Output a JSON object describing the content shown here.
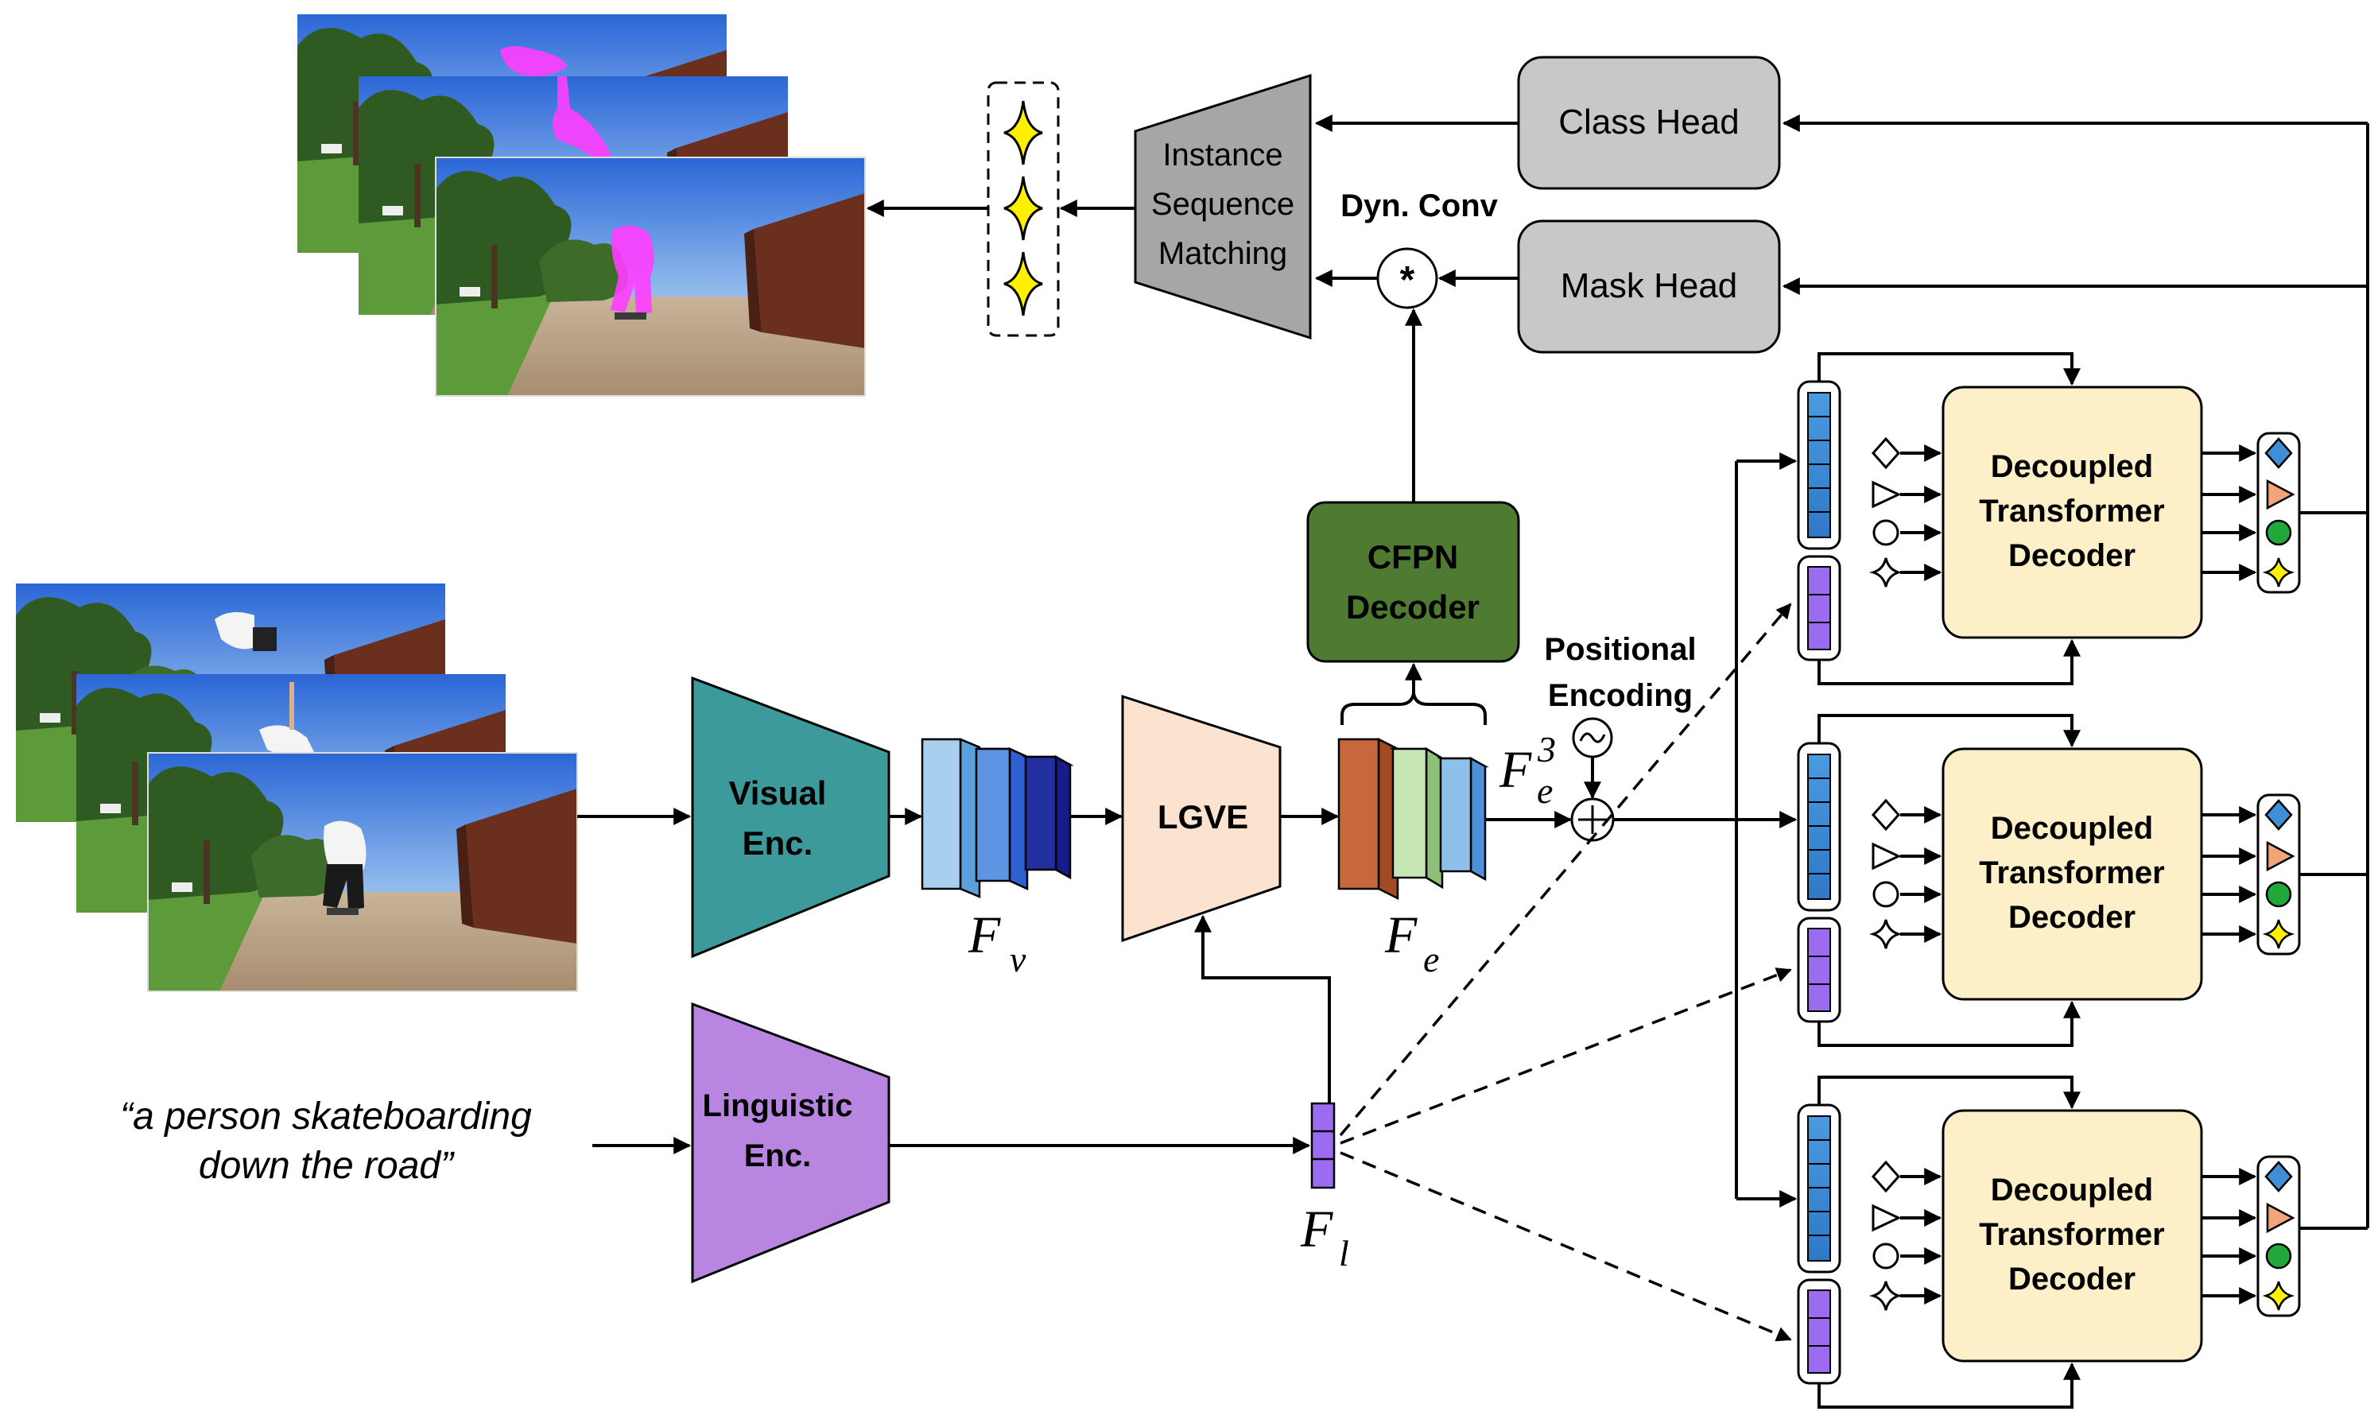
{
  "nodes": {
    "class_head": "Class Head",
    "mask_head": "Mask Head",
    "instance_matching": [
      "Instance",
      "Sequence",
      "Matching"
    ],
    "dyn_conv": "Dyn. Conv",
    "conv_op": "*",
    "cfpn": [
      "CFPN",
      "Decoder"
    ],
    "positional_encoding": [
      "Positional",
      "Encoding"
    ],
    "visual_enc": [
      "Visual",
      "Enc."
    ],
    "lgve": "LGVE",
    "linguistic_enc": [
      "Linguistic",
      "Enc."
    ],
    "decoder_label": [
      "Decoupled",
      "Transformer",
      "Decoder"
    ]
  },
  "math": {
    "fv": {
      "base": "F",
      "sub": "v"
    },
    "fe": {
      "base": "F",
      "sub": "e"
    },
    "fl": {
      "base": "F",
      "sub": "l"
    },
    "fe3": {
      "base": "F",
      "sub": "e",
      "sup": "3"
    }
  },
  "query_text": [
    "“a person skateboarding",
    "down the road”"
  ],
  "colors": {
    "head_gray": "#c8c8c8",
    "matching_gray": "#a6a6a6",
    "cfpn_green": "#4e7a32",
    "visual_teal": "#3d9a9a",
    "lgve_peach": "#fbe3cf",
    "linguistic_purple": "#b886e0",
    "decoder_cream": "#fdf0c8",
    "query_blue": "#3f8fd6",
    "query_purple": "#9b6cf0",
    "star_yellow": "#fff000"
  },
  "icons": [
    "star-icon",
    "diamond-icon",
    "triangle-icon",
    "circle-icon",
    "sparkle-icon"
  ]
}
